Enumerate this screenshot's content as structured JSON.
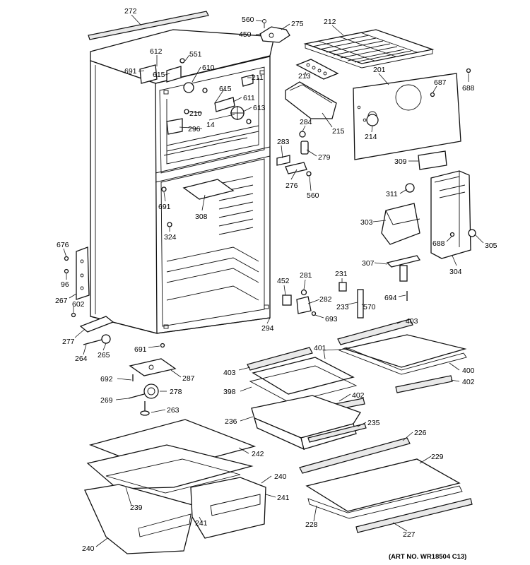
{
  "art_number": "(ART NO. WR18504 C13)",
  "labels": [
    {
      "id": "272",
      "text": "272"
    },
    {
      "id": "560a",
      "text": "560"
    },
    {
      "id": "450",
      "text": "450"
    },
    {
      "id": "275",
      "text": "275"
    },
    {
      "id": "212",
      "text": "212"
    },
    {
      "id": "612",
      "text": "612"
    },
    {
      "id": "551",
      "text": "551"
    },
    {
      "id": "691a",
      "text": "691"
    },
    {
      "id": "615a",
      "text": "615"
    },
    {
      "id": "610",
      "text": "610"
    },
    {
      "id": "213",
      "text": "213"
    },
    {
      "id": "201",
      "text": "201"
    },
    {
      "id": "688a",
      "text": "688"
    },
    {
      "id": "211",
      "text": "211"
    },
    {
      "id": "687",
      "text": "687"
    },
    {
      "id": "615b",
      "text": "615"
    },
    {
      "id": "611",
      "text": "611"
    },
    {
      "id": "613",
      "text": "613"
    },
    {
      "id": "210",
      "text": "210"
    },
    {
      "id": "14",
      "text": "14"
    },
    {
      "id": "296",
      "text": "296"
    },
    {
      "id": "284",
      "text": "284"
    },
    {
      "id": "215",
      "text": "215"
    },
    {
      "id": "214",
      "text": "214"
    },
    {
      "id": "283",
      "text": "283"
    },
    {
      "id": "279",
      "text": "279"
    },
    {
      "id": "309",
      "text": "309"
    },
    {
      "id": "276",
      "text": "276"
    },
    {
      "id": "560b",
      "text": "560"
    },
    {
      "id": "691b",
      "text": "691"
    },
    {
      "id": "311",
      "text": "311"
    },
    {
      "id": "308",
      "text": "308"
    },
    {
      "id": "303",
      "text": "303"
    },
    {
      "id": "324",
      "text": "324"
    },
    {
      "id": "688b",
      "text": "688"
    },
    {
      "id": "305",
      "text": "305"
    },
    {
      "id": "676",
      "text": "676"
    },
    {
      "id": "304",
      "text": "304"
    },
    {
      "id": "307",
      "text": "307"
    },
    {
      "id": "96",
      "text": "96"
    },
    {
      "id": "452",
      "text": "452"
    },
    {
      "id": "281",
      "text": "281"
    },
    {
      "id": "231",
      "text": "231"
    },
    {
      "id": "694",
      "text": "694"
    },
    {
      "id": "267",
      "text": "267"
    },
    {
      "id": "602",
      "text": "602"
    },
    {
      "id": "282",
      "text": "282"
    },
    {
      "id": "570",
      "text": "570"
    },
    {
      "id": "233",
      "text": "233"
    },
    {
      "id": "693",
      "text": "693"
    },
    {
      "id": "294",
      "text": "294"
    },
    {
      "id": "403a",
      "text": "403"
    },
    {
      "id": "277",
      "text": "277"
    },
    {
      "id": "264",
      "text": "264"
    },
    {
      "id": "265",
      "text": "265"
    },
    {
      "id": "691c",
      "text": "691"
    },
    {
      "id": "401",
      "text": "401"
    },
    {
      "id": "403b",
      "text": "403"
    },
    {
      "id": "400",
      "text": "400"
    },
    {
      "id": "692",
      "text": "692"
    },
    {
      "id": "287",
      "text": "287"
    },
    {
      "id": "402a",
      "text": "402"
    },
    {
      "id": "398",
      "text": "398"
    },
    {
      "id": "402b",
      "text": "402"
    },
    {
      "id": "278",
      "text": "278"
    },
    {
      "id": "269",
      "text": "269"
    },
    {
      "id": "263",
      "text": "263"
    },
    {
      "id": "236",
      "text": "236"
    },
    {
      "id": "235",
      "text": "235"
    },
    {
      "id": "226",
      "text": "226"
    },
    {
      "id": "242",
      "text": "242"
    },
    {
      "id": "229",
      "text": "229"
    },
    {
      "id": "240a",
      "text": "240"
    },
    {
      "id": "239",
      "text": "239"
    },
    {
      "id": "241a",
      "text": "241"
    },
    {
      "id": "241b",
      "text": "241"
    },
    {
      "id": "228",
      "text": "228"
    },
    {
      "id": "227",
      "text": "227"
    },
    {
      "id": "240b",
      "text": "240"
    }
  ]
}
